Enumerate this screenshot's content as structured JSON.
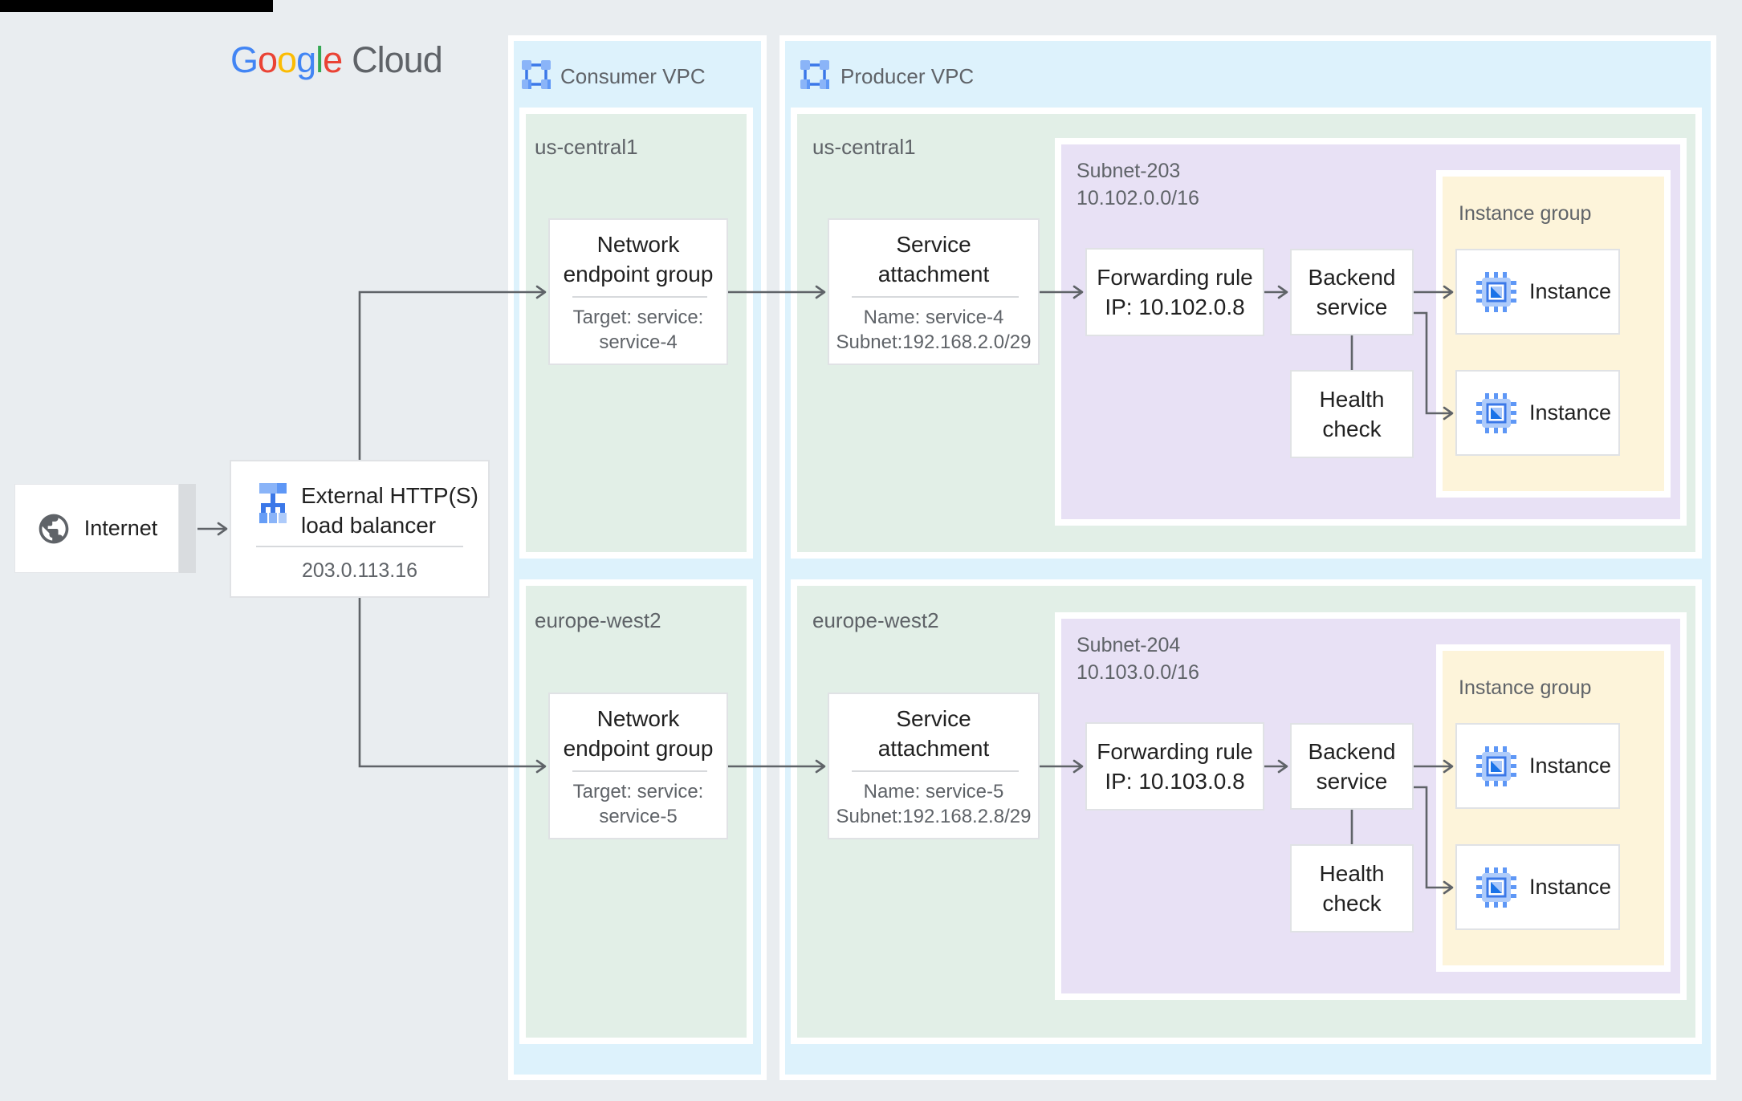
{
  "colors": {
    "canvas_bg": "#e9edf0",
    "vpc_panel": "#ddf2fc",
    "region_zone": "#e2efe7",
    "subnet_zone": "#e8e1f5",
    "instance_group_zone": "#fdf4da",
    "connector": "#5f6368",
    "google_blue": "#4285F4",
    "google_red": "#EA4335",
    "google_yellow": "#FBBC04",
    "google_green": "#34A853",
    "text_dark": "#212121",
    "text_gray": "#5f6368"
  },
  "logo": {
    "letters": [
      "G",
      "o",
      "o",
      "g",
      "l",
      "e"
    ],
    "cloud": "Cloud"
  },
  "internet": {
    "label": "Internet"
  },
  "load_balancer": {
    "title_lines": [
      "External HTTP(S)",
      "load balancer"
    ],
    "ip": "203.0.113.16"
  },
  "consumer_vpc": {
    "label": "Consumer VPC",
    "regions": [
      {
        "name": "us-central1",
        "neg": {
          "title_lines": [
            "Network",
            "endpoint group"
          ],
          "detail_lines": [
            "Target: service:",
            "service-4"
          ]
        }
      },
      {
        "name": "europe-west2",
        "neg": {
          "title_lines": [
            "Network",
            "endpoint group"
          ],
          "detail_lines": [
            "Target: service:",
            "service-5"
          ]
        }
      }
    ]
  },
  "producer_vpc": {
    "label": "Producer VPC",
    "regions": [
      {
        "name": "us-central1",
        "service_attachment": {
          "title_lines": [
            "Service",
            "attachment"
          ],
          "detail_lines": [
            "Name: service-4",
            "Subnet:192.168.2.0/29"
          ]
        },
        "subnet": {
          "name": "Subnet-203",
          "cidr": "10.102.0.0/16",
          "forwarding_rule_lines": [
            "Forwarding rule",
            "IP: 10.102.0.8"
          ],
          "backend_service_lines": [
            "Backend",
            "service"
          ],
          "health_check_lines": [
            "Health",
            "check"
          ],
          "instance_group": {
            "label": "Instance group",
            "instances": [
              "Instance",
              "Instance"
            ]
          }
        }
      },
      {
        "name": "europe-west2",
        "service_attachment": {
          "title_lines": [
            "Service",
            "attachment"
          ],
          "detail_lines": [
            "Name: service-5",
            "Subnet:192.168.2.8/29"
          ]
        },
        "subnet": {
          "name": "Subnet-204",
          "cidr": "10.103.0.0/16",
          "forwarding_rule_lines": [
            "Forwarding rule",
            "IP: 10.103.0.8"
          ],
          "backend_service_lines": [
            "Backend",
            "service"
          ],
          "health_check_lines": [
            "Health",
            "check"
          ],
          "instance_group": {
            "label": "Instance group",
            "instances": [
              "Instance",
              "Instance"
            ]
          }
        }
      }
    ]
  }
}
